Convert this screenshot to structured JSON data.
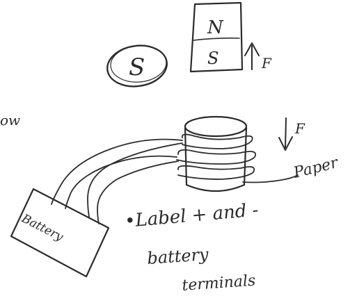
{
  "diagram": {
    "south_pole_label": "S",
    "magnet_north_label": "N",
    "magnet_south_label": "S",
    "force_up_label": "F",
    "force_down_label": "F",
    "partial_word": "ow",
    "paper_label": "Paper",
    "battery_label": "Battery",
    "note_line1": "•Label + and -",
    "note_line2": "battery",
    "note_line3": "terminals"
  }
}
